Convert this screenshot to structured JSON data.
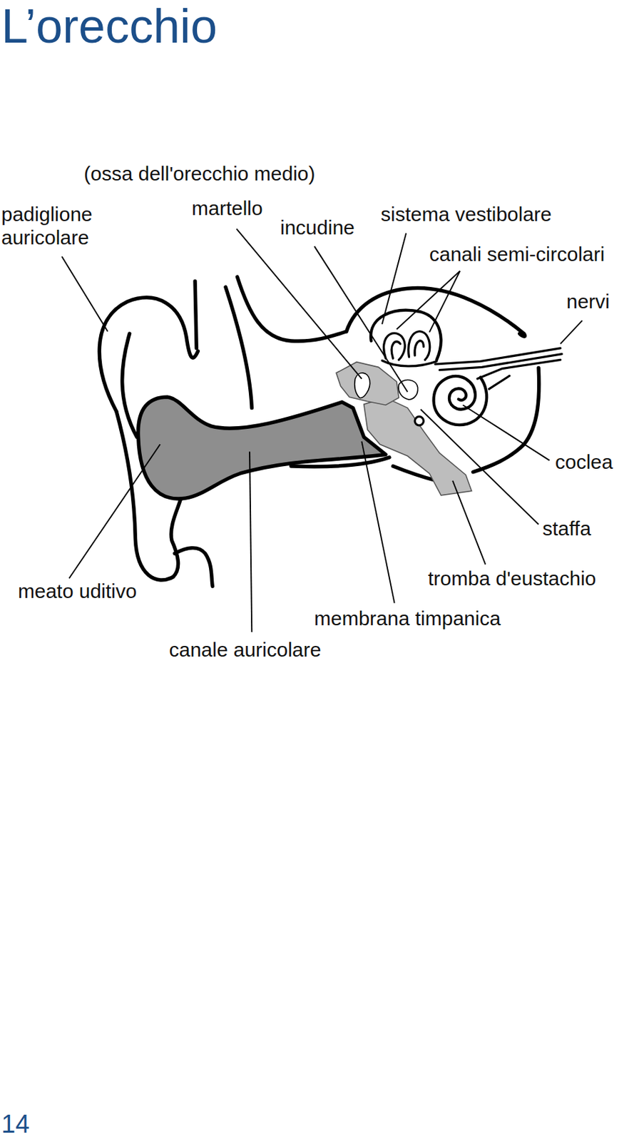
{
  "diagram": {
    "title": "L’orecchio",
    "labels": [
      "(ossa dell'orecchio medio)",
      "padiglione auricolare",
      "martello",
      "incudine",
      "sistema vestibolare",
      "canali semi-circolari",
      "nervi",
      "coclea",
      "staffa",
      "tromba d'eustachio",
      "membrana timpanica",
      "canale auricolare",
      "meato uditivo",
      "14"
    ]
  }
}
